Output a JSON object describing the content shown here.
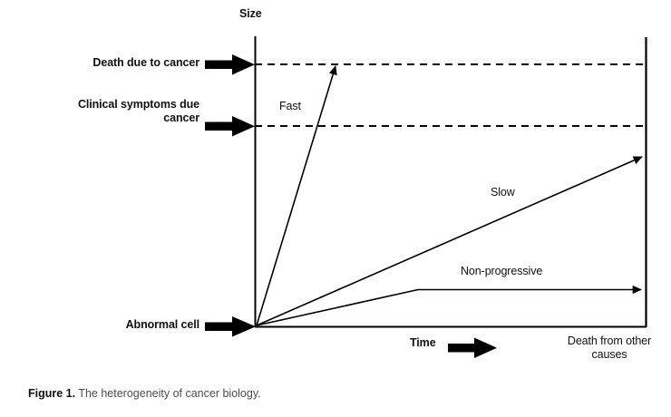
{
  "figure": {
    "caption_label": "Figure 1.",
    "caption_text": " The heterogeneity of cancer biology.",
    "background_color": "#ffffff",
    "line_color": "#000000",
    "text_color": "#111111",
    "caption_text_color": "#4c4c52"
  },
  "axes": {
    "y_axis_title": "Size",
    "x_axis_title": "Time",
    "x_axis_end_label": "Death from other\ncauses",
    "x_axis_end_label_line1": "Death from other",
    "x_axis_end_label_line2": "causes"
  },
  "threshold_labels": {
    "death_due_to_cancer": "Death due to cancer",
    "clinical_symptoms_line1": "Clinical symptoms due",
    "clinical_symptoms_line2": "cancer",
    "abnormal_cell": "Abnormal cell"
  },
  "curve_labels": {
    "fast": "Fast",
    "slow": "Slow",
    "non_progressive": "Non-progressive"
  },
  "chart_data": {
    "type": "line",
    "title": "The heterogeneity of cancer biology",
    "xlabel": "Time",
    "ylabel": "Size",
    "grid": false,
    "legend": "inline-annotations",
    "xlim": [
      0,
      100
    ],
    "ylim": [
      0,
      100
    ],
    "origin_label": "Abnormal cell",
    "x_end_label": "Death from other causes",
    "reference_lines": [
      {
        "name": "Death due to cancer",
        "style": "dashed",
        "y": 91,
        "orientation": "horizontal"
      },
      {
        "name": "Clinical symptoms due cancer",
        "style": "dashed",
        "y": 69,
        "orientation": "horizontal"
      }
    ],
    "series": [
      {
        "name": "Fast",
        "style": "solid-arrow",
        "points": [
          [
            0,
            0
          ],
          [
            20,
            91
          ]
        ],
        "description": "Rapid growth reaching death-due-to-cancer threshold early"
      },
      {
        "name": "Slow",
        "style": "solid-arrow",
        "points": [
          [
            0,
            0
          ],
          [
            100,
            59
          ]
        ],
        "description": "Gradual growth reaching right boundary below lethal threshold"
      },
      {
        "name": "Non-progressive",
        "style": "solid-arrow",
        "points": [
          [
            0,
            0
          ],
          [
            42,
            13
          ],
          [
            100,
            13
          ]
        ],
        "description": "Initial small growth then plateau until death from other causes"
      }
    ]
  }
}
